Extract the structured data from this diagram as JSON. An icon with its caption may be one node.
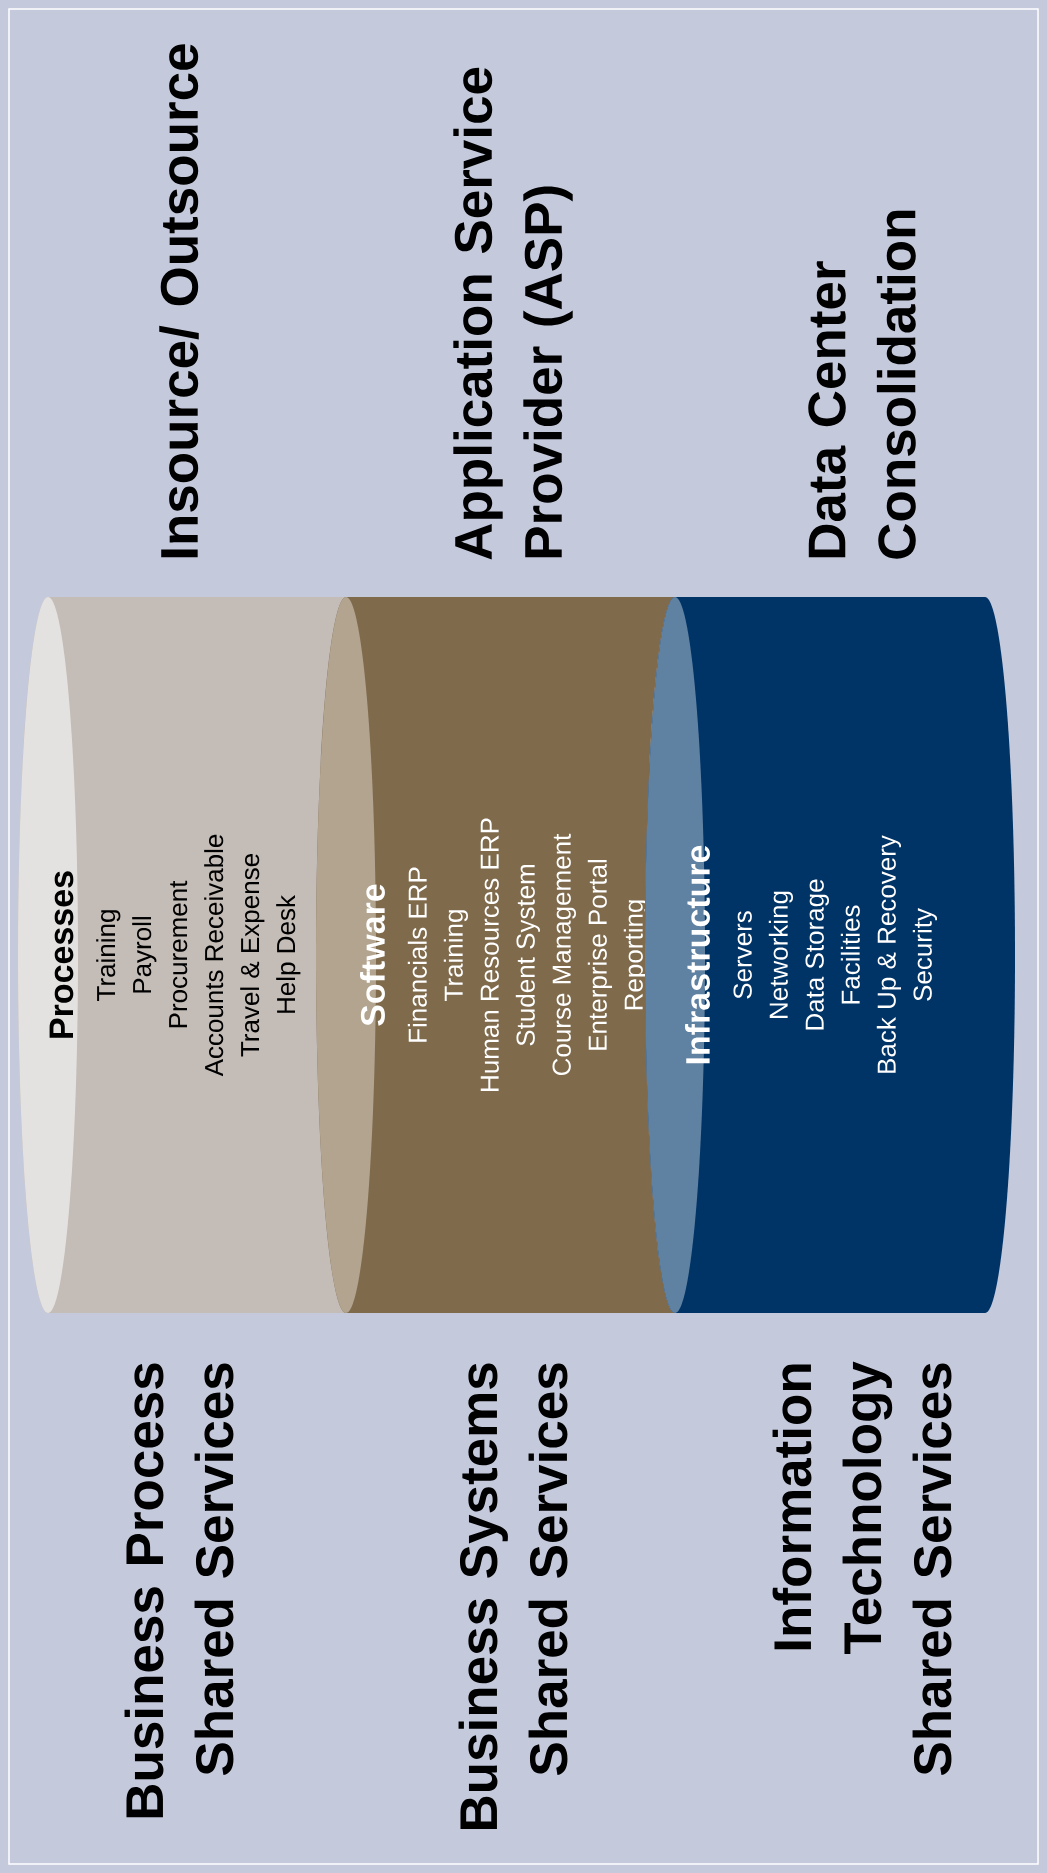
{
  "diagram": {
    "nodes": [
      {
        "text": [
          "Processes",
          "Training",
          "Payroll",
          "Procurement",
          "Accounts Receivable",
          "Travel & Expense",
          "Help Desk"
        ],
        "beside": [
          "Business Process Shared Services",
          "Insource/ Outsource"
        ]
      },
      {
        "text": [
          "Software",
          "Financials ERP",
          "Training",
          "Human Resources ERP",
          "Student System",
          "Course Management",
          "Enterprise Portal",
          "Reporting"
        ],
        "beside": [
          "Business Systems Shared Services",
          "Application Service Provider (ASP)"
        ]
      },
      {
        "text": [
          "Infrastructure",
          "Servers",
          "Networking",
          "Data Storage",
          "Facilities",
          "Back Up & Recovery",
          "Security"
        ],
        "beside": [
          "Information Technology Shared Services",
          "Data Center Consolidation"
        ]
      }
    ]
  }
}
